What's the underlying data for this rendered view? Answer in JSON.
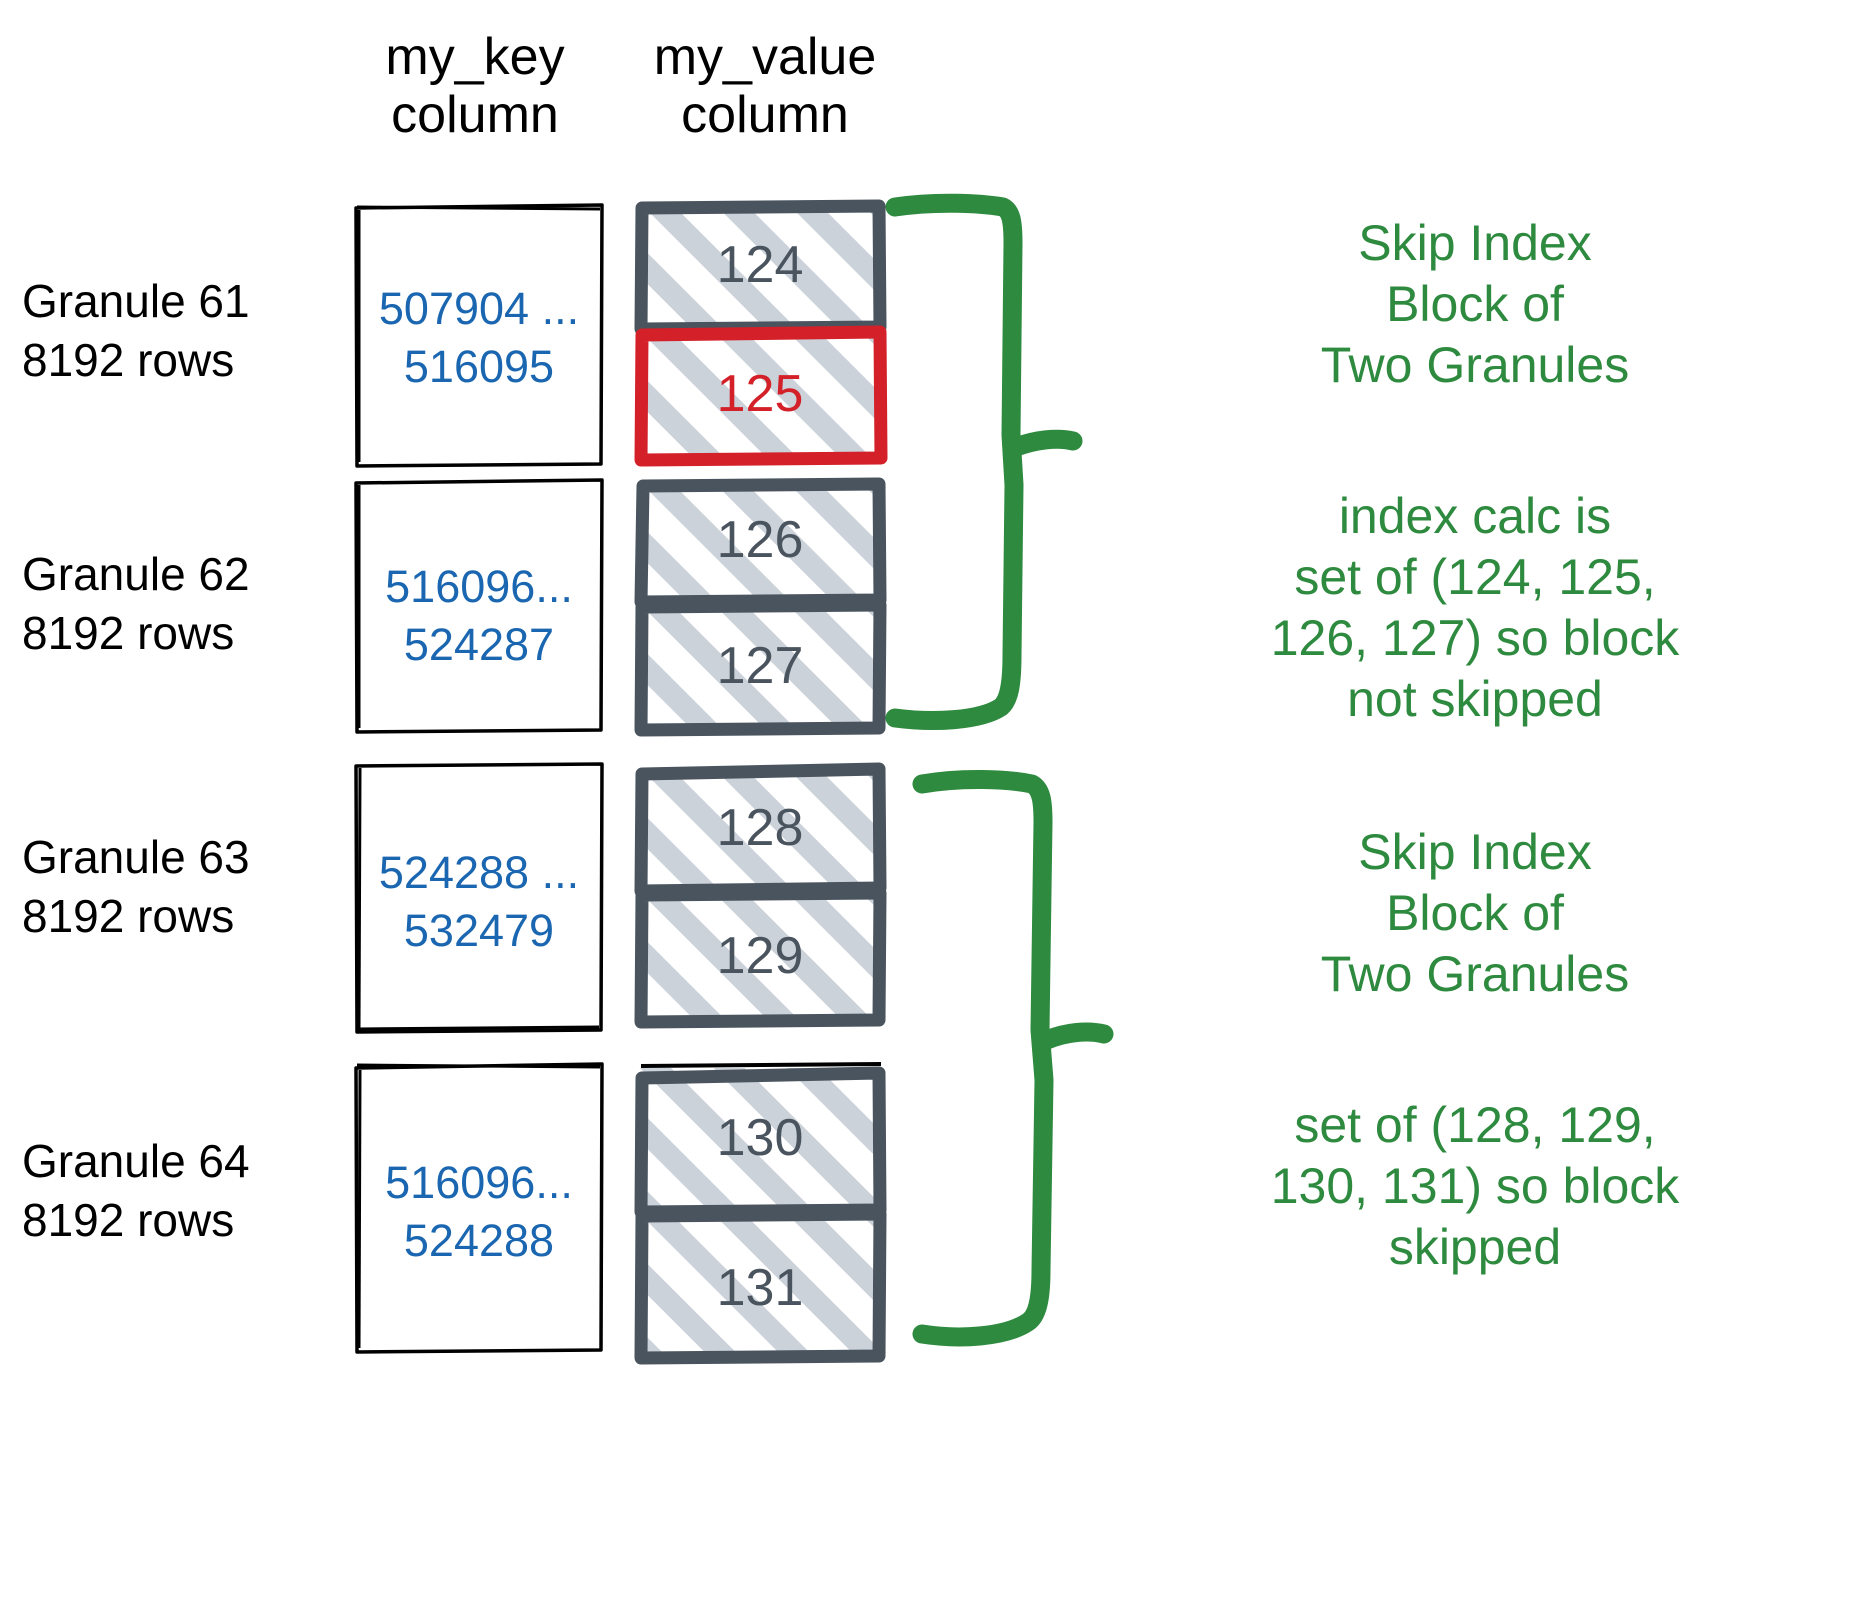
{
  "headers": {
    "key_column": "my_key\ncolumn",
    "value_column": "my_value\ncolumn"
  },
  "colors": {
    "key_text": "#1a66b0",
    "value_text": "#4a545e",
    "highlight": "#d32029",
    "annotation": "#2d8a3e",
    "box_border": "#000000",
    "value_border": "#4a545e",
    "hatch": "#ccd2da"
  },
  "granules": [
    {
      "label": "Granule 61\n8192 rows",
      "key_range": "507904 ...\n516095",
      "values": [
        {
          "value": "124",
          "highlighted": false
        },
        {
          "value": "125",
          "highlighted": true
        }
      ]
    },
    {
      "label": "Granule 62\n8192 rows",
      "key_range": "516096...\n524287",
      "values": [
        {
          "value": "126",
          "highlighted": false
        },
        {
          "value": "127",
          "highlighted": false
        }
      ]
    },
    {
      "label": "Granule 63\n8192 rows",
      "key_range": "524288 ...\n532479",
      "values": [
        {
          "value": "128",
          "highlighted": false
        },
        {
          "value": "129",
          "highlighted": false
        }
      ]
    },
    {
      "label": "Granule 64\n8192 rows",
      "key_range": "516096...\n524288",
      "values": [
        {
          "value": "130",
          "highlighted": false
        },
        {
          "value": "131",
          "highlighted": false
        }
      ]
    }
  ],
  "annotations": [
    {
      "text": "Skip Index\nBlock of\nTwo Granules"
    },
    {
      "text": "index calc is\nset of (124, 125,\n126, 127) so block\nnot skipped"
    },
    {
      "text": "Skip Index\nBlock of\nTwo Granules"
    },
    {
      "text": "set of (128, 129,\n130, 131) so block\nskipped"
    }
  ]
}
